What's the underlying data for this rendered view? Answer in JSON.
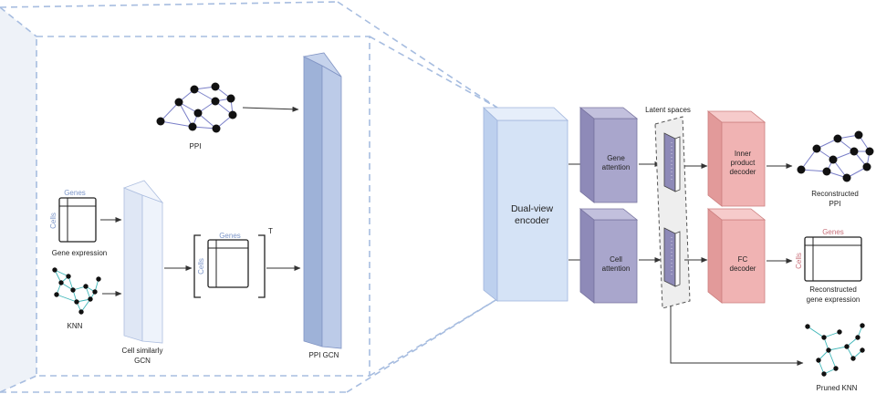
{
  "diagram": {
    "left_panel": {
      "ppi_label": "PPI",
      "gene_expression_label": "Gene expression",
      "knn_label": "KNN",
      "matrix_genes_label": "Genes",
      "matrix_cells_label": "Cells",
      "transpose_label": "T",
      "cell_similarity_label_line1": "Cell similarly",
      "cell_similarity_label_line2": "GCN",
      "ppi_gcn_label": "PPI GCN"
    },
    "right_panel": {
      "encoder_label_line1": "Dual-view",
      "encoder_label_line2": "encoder",
      "gene_attention_line1": "Gene",
      "gene_attention_line2": "attention",
      "cell_attention_line1": "Cell",
      "cell_attention_line2": "attention",
      "latent_spaces_label": "Latent spaces",
      "inner_product_line1": "Inner",
      "inner_product_line2": "product",
      "inner_product_line3": "decoder",
      "fc_decoder_line1": "FC",
      "fc_decoder_line2": "decoder",
      "reconstructed_ppi_line1": "Reconstructed",
      "reconstructed_ppi_line2": "PPI",
      "reconstructed_genes_label": "Genes",
      "reconstructed_cells_label": "Cells",
      "reconstructed_expr_line1": "Reconstructed",
      "reconstructed_expr_line2": "gene expression",
      "pruned_knn_label": "Pruned KNN"
    },
    "colors": {
      "dashed_frame": "#a7bde0",
      "ppi_gcn_block": "#9eb2d8",
      "cell_gcn_block": "#dfe7f5",
      "encoder_block": "#d5e3f6",
      "attention_block": "#a9a6cc",
      "decoder_block": "#f0b3b3",
      "gene_label": "#7b95c8",
      "reconstructed_gene_label": "#c8707a",
      "ppi_edges": "#7a7fc8",
      "knn_edges": "#3fb6b8"
    }
  }
}
